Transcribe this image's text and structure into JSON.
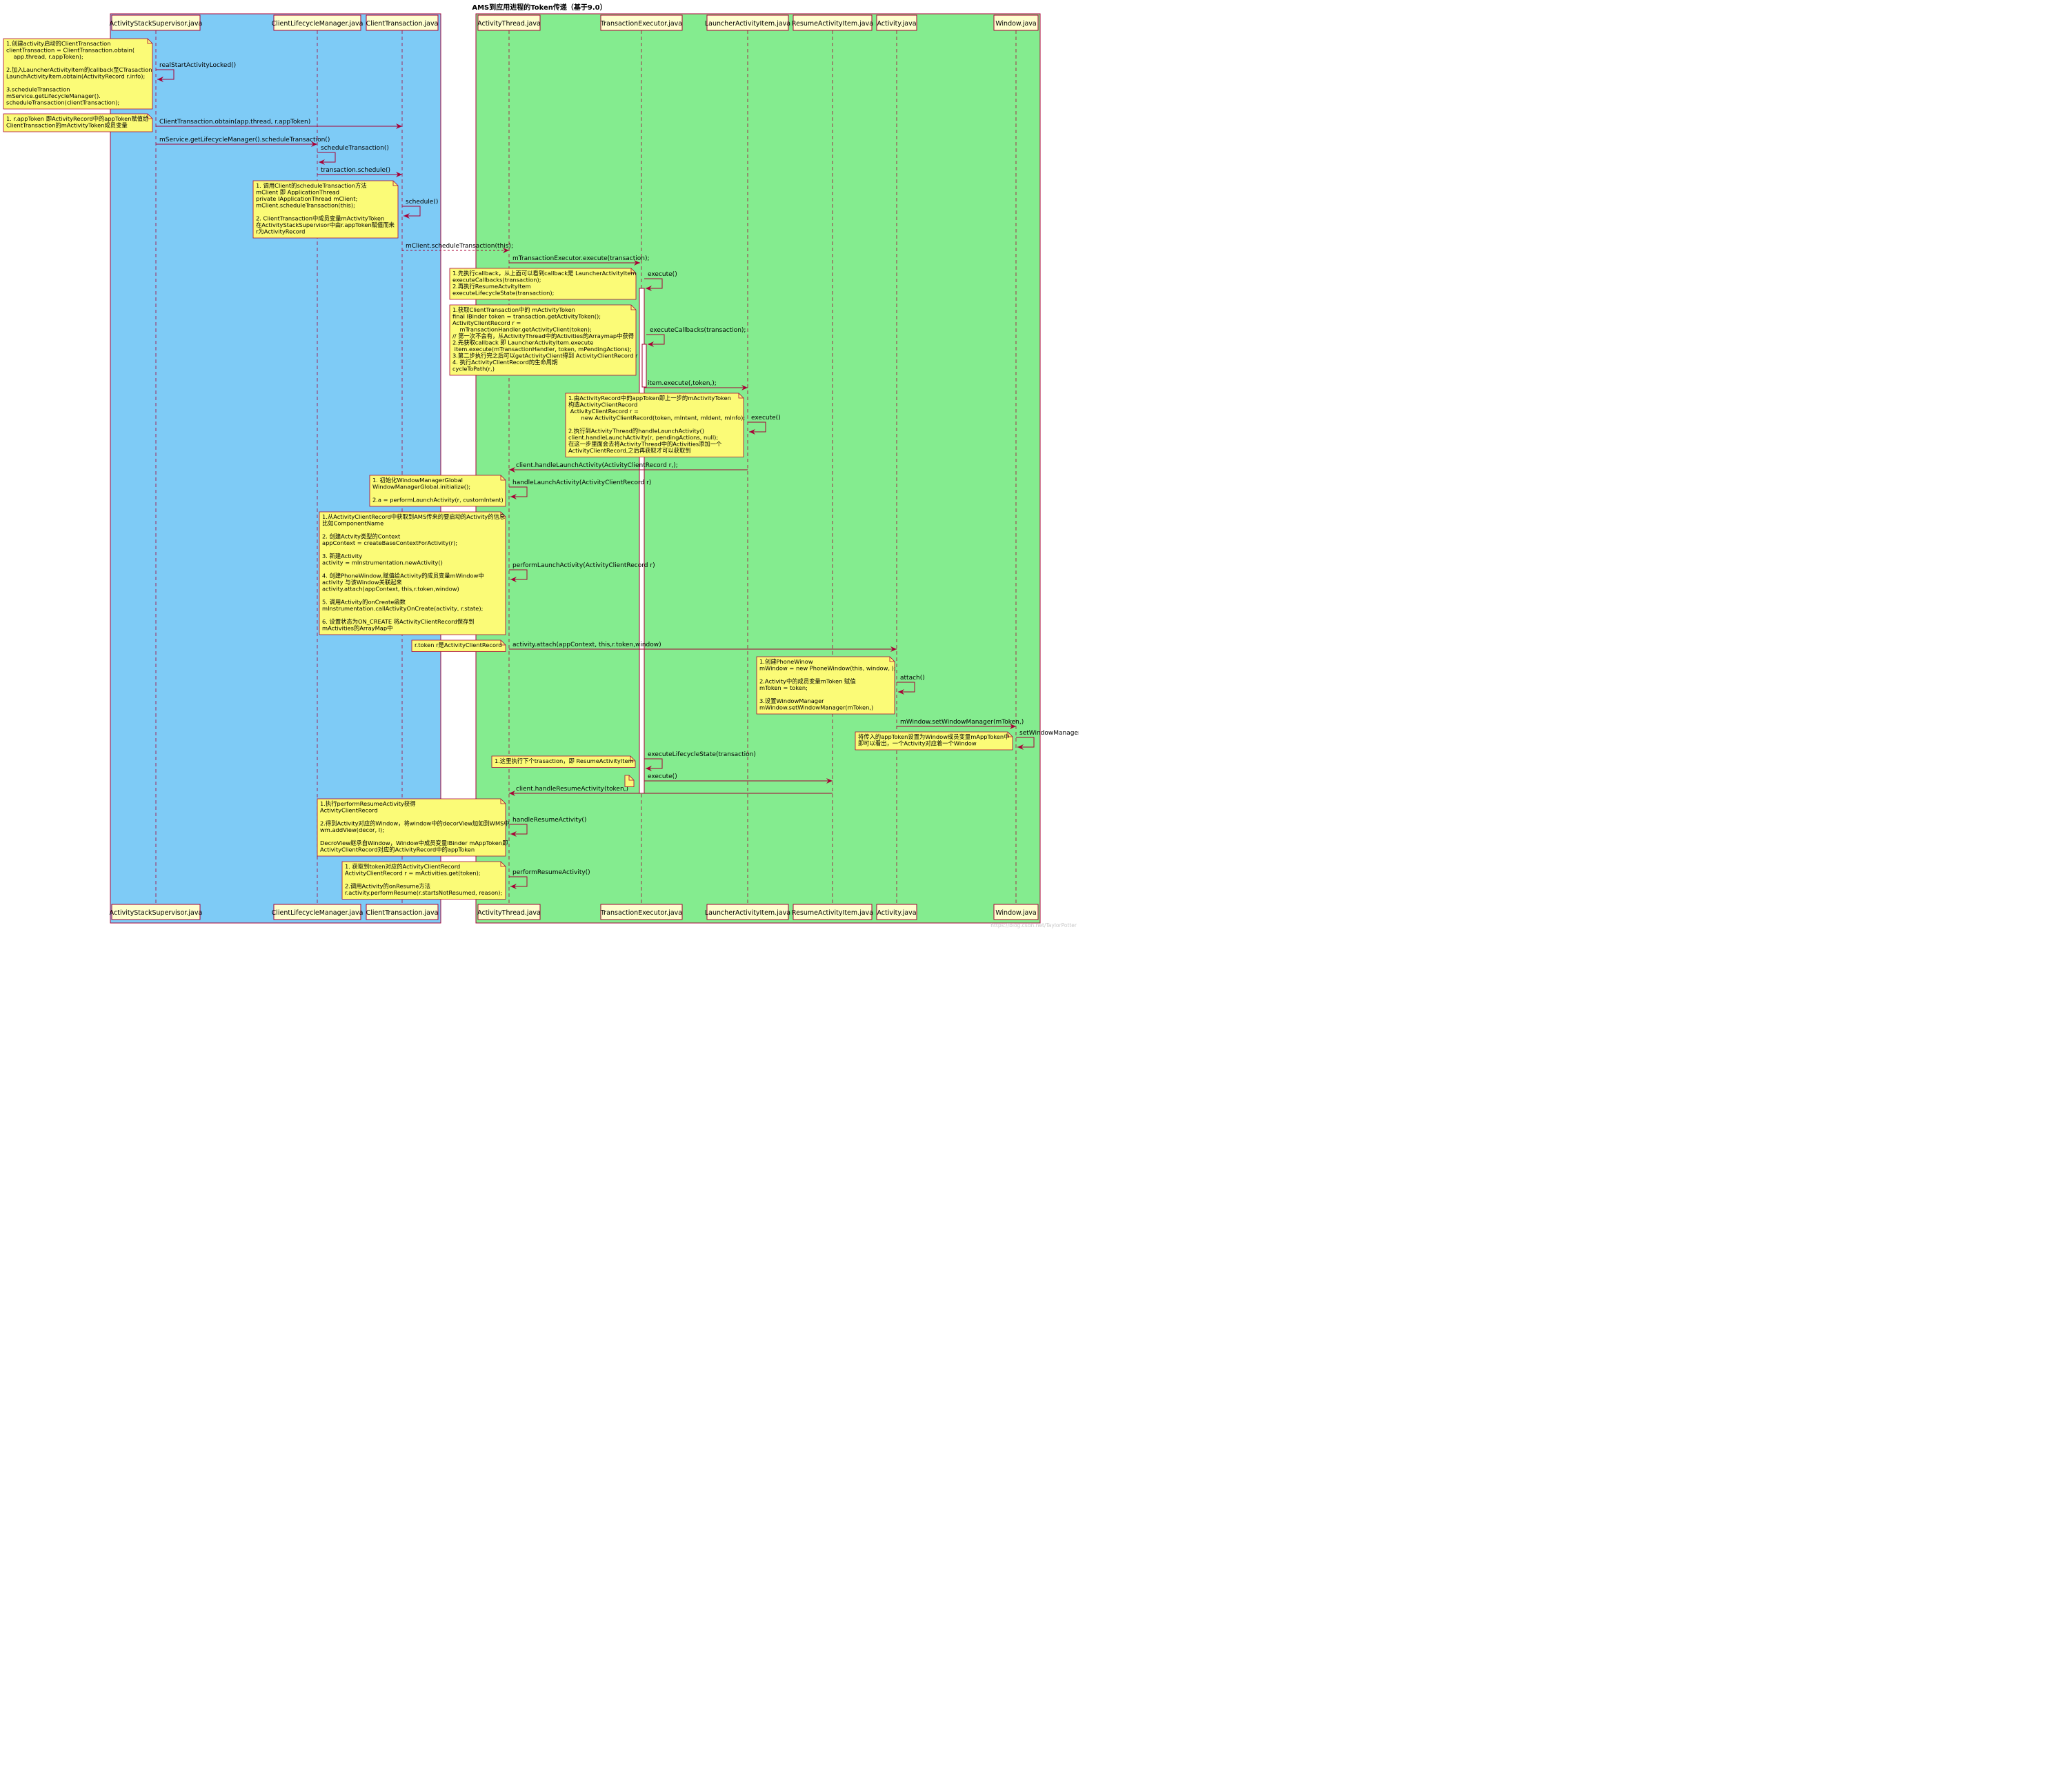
{
  "title": "AMS到应用进程的Token传递（基于9.0）",
  "watermark": "https://blog.csdn.net/TaylorPotter",
  "colors": {
    "system_box": "#7ecbf6",
    "app_box": "#84ec8f",
    "participant_fill": "#fefece",
    "note_fill": "#fbfb77",
    "arrow": "#a80036",
    "border": "#a80036"
  },
  "participants": [
    {
      "id": "ass",
      "label": "ActivityStackSupervisor.java"
    },
    {
      "id": "clm",
      "label": "ClientLifecycleManager.java"
    },
    {
      "id": "ct",
      "label": "ClientTransaction.java"
    },
    {
      "id": "at",
      "label": "ActivityThread.java"
    },
    {
      "id": "te",
      "label": "TransactionExecutor.java"
    },
    {
      "id": "lai",
      "label": "LauncherActivityItem.java"
    },
    {
      "id": "rai",
      "label": "ResumeActivityItem.java"
    },
    {
      "id": "act",
      "label": "Activity.java"
    },
    {
      "id": "win",
      "label": "Window.java"
    }
  ],
  "messages": [
    {
      "from": "ass",
      "to": "ass",
      "label": "realStartActivityLocked()"
    },
    {
      "from": "ass",
      "to": "ct",
      "label": "ClientTransaction.obtain(app.thread, r.appToken)"
    },
    {
      "from": "ass",
      "to": "clm",
      "label": "mService.getLifecycleManager().scheduleTransaction()"
    },
    {
      "from": "clm",
      "to": "clm",
      "label": "scheduleTransaction()"
    },
    {
      "from": "clm",
      "to": "ct",
      "label": "transaction.schedule()"
    },
    {
      "from": "ct",
      "to": "ct",
      "label": "schedule()"
    },
    {
      "from": "ct",
      "to": "at",
      "label": "mClient.scheduleTransaction(this);",
      "dashed": true
    },
    {
      "from": "at",
      "to": "te",
      "label": "mTransactionExecutor.execute(transaction);"
    },
    {
      "from": "te",
      "to": "te",
      "label": "execute()"
    },
    {
      "from": "te",
      "to": "te",
      "label": "executeCallbacks(transaction);"
    },
    {
      "from": "te",
      "to": "lai",
      "label": "item.execute(,token,);"
    },
    {
      "from": "lai",
      "to": "lai",
      "label": "execute()"
    },
    {
      "from": "lai",
      "to": "at",
      "label": "client.handleLaunchActivity(ActivityClientRecord r,);"
    },
    {
      "from": "at",
      "to": "at",
      "label": "handleLaunchActivity(ActivityClientRecord r)"
    },
    {
      "from": "at",
      "to": "at",
      "label": "performLaunchActivity(ActivityClientRecord r)"
    },
    {
      "from": "at",
      "to": "act",
      "label": "activity.attach(appContext, this,r.token,window)"
    },
    {
      "from": "act",
      "to": "act",
      "label": "attach()"
    },
    {
      "from": "act",
      "to": "win",
      "label": "mWindow.setWindowManager(mToken,)"
    },
    {
      "from": "win",
      "to": "win",
      "label": "setWindowManager()"
    },
    {
      "from": "te",
      "to": "te",
      "label": "executeLifecycleState(transaction)"
    },
    {
      "from": "te",
      "to": "rai",
      "label": "execute()"
    },
    {
      "from": "rai",
      "to": "at",
      "label": "client.handleResumeActivity(token,)"
    },
    {
      "from": "at",
      "to": "at",
      "label": "handleResumeActivity()"
    },
    {
      "from": "at",
      "to": "at",
      "label": "performResumeActivity()"
    }
  ],
  "notes": [
    {
      "lines": [
        "1.创建activity启动的ClientTransaction",
        "clientTransaction = ClientTransaction.obtain(",
        "    app.thread, r.appToken);",
        "",
        "2.加入LauncherActivityItem的callback至CTrasaction",
        "LaunchActivityItem.obtain(ActivityRecord r.info);",
        "",
        "3.scheduleTransaction",
        "mService.getLifecycleManager().",
        "scheduleTransaction(clientTransaction);"
      ]
    },
    {
      "lines": [
        "1. r.appToken 即ActivityRecord中的appToken赋值给",
        "ClientTransaction的mActivityToken成员变量"
      ]
    },
    {
      "lines": [
        "1. 调用Client的scheduleTransaction方法",
        "mClient 即 ApplicationThread",
        "private IApplicationThread mClient;",
        "mClient.scheduleTransaction(this);",
        "",
        "2. ClientTransaction中成员变量mActivityToken",
        "在ActivityStackSupervisor中由r.appToken赋值而来",
        "r为ActivityRecord"
      ]
    },
    {
      "lines": [
        "1.先执行callback，从上面可以看到callback是 LauncherActivityItem",
        "executeCallbacks(transaction);",
        "2.再执行ResumeActvityItem",
        "executeLifecycleState(transaction);"
      ]
    },
    {
      "lines": [
        "1.获取ClientTransaction中的 mActivityToken",
        "final IBinder token = transaction.getActivityToken();",
        "ActivityClientRecord r =",
        "    mTransactionHandler.getActivityClient(token);",
        "// 第一次不会有，从ActivityThread中的Activities的Arraymap中获得",
        "2.先获取callback 即 LauncherActivityItem.execute",
        " item.execute(mTransactionHandler, token, mPendingActions);",
        "3.第二步执行完之后可以getActivityClient得到 ActivityClientRecord r",
        "4. 执行ActivityClientRecord的生命周期",
        "cycleToPath(r,)"
      ]
    },
    {
      "lines": [
        "1.由ActivityRecord中的appToken即上一步的mActivityToken",
        "构造ActivityClientRecord",
        " ActivityClientRecord r =",
        "       new ActivityClientRecord(token, mIntent, mIdent, mInfo);",
        "",
        "2.执行到ActivityThread的handleLaunchActivity()",
        "client.handleLaunchActivity(r, pendingActions, null);",
        "在这一步里面会去将ActivityThread中的Activities添加一个",
        "ActivityClientRecord,之后再获取才可以获取到"
      ]
    },
    {
      "lines": [
        "1. 初始化WindowManagerGlobal",
        "WindowManagerGlobal.initialize();",
        "",
        "2.a = performLaunchActivity(r, customIntent)"
      ]
    },
    {
      "lines": [
        "1.从ActivityClientRecord中获取到AMS传来的要启动的Activity的信息",
        "比如ComponentName",
        "",
        "2. 创建Actvity类型的Context",
        "appContext = createBaseContextForActivity(r);",
        "",
        "3. 新建Activity",
        "activity = mInstrumentation.newActivity()",
        "",
        "4. 创建PhoneWindow,赋值给Activity的成员变量mWindow中",
        "activity 与该Window关联起来",
        "activity.attach(appContext, this,r.token,window)",
        "",
        "5. 调用Activity的onCreate函数",
        "mInstrumentation.callActivityOnCreate(activity, r.state);",
        "",
        "6. 设置状态为ON_CREATE 将ActivityClientRecord保存到",
        "mActivities的ArrayMap中"
      ]
    },
    {
      "lines": [
        "r.token r是ActivityClientRecord"
      ]
    },
    {
      "lines": [
        "1.创建PhoneWinow",
        "mWindow = new PhoneWindow(this, window, );",
        "",
        "2.Activity中的成员变量mToken 赋值",
        "mToken = token;",
        "",
        "3.设置WindowManager",
        "mWindow.setWindowManager(mToken,)"
      ]
    },
    {
      "lines": [
        "将传入的appToken设置为Window成员变量mAppToken中",
        "即可以看出，一个Activity对应着一个Window"
      ]
    },
    {
      "lines": [
        "1.这里执行下个trasaction，即 ResumeActivityItem"
      ]
    },
    {
      "lines": [
        ""
      ]
    },
    {
      "lines": [
        "1.执行performResumeActivity获得",
        "ActivityClientRecord",
        "",
        "2.得到Activity对应的Window，将window中的decorView加如到WMS中",
        "wm.addView(decor, l);",
        "",
        "DecroView继承自Window，Window中成员变量IBinder mAppToken即",
        "ActivityClientRecord对应的ActivityRecord中的appToken"
      ]
    },
    {
      "lines": [
        "1. 获取到token对应的ActivityClientRecord",
        "ActivityClientRecord r = mActivities.get(token);",
        "",
        "2.调用Activity的onResume方法",
        "r.activity.performResume(r.startsNotResumed, reason);"
      ]
    }
  ]
}
